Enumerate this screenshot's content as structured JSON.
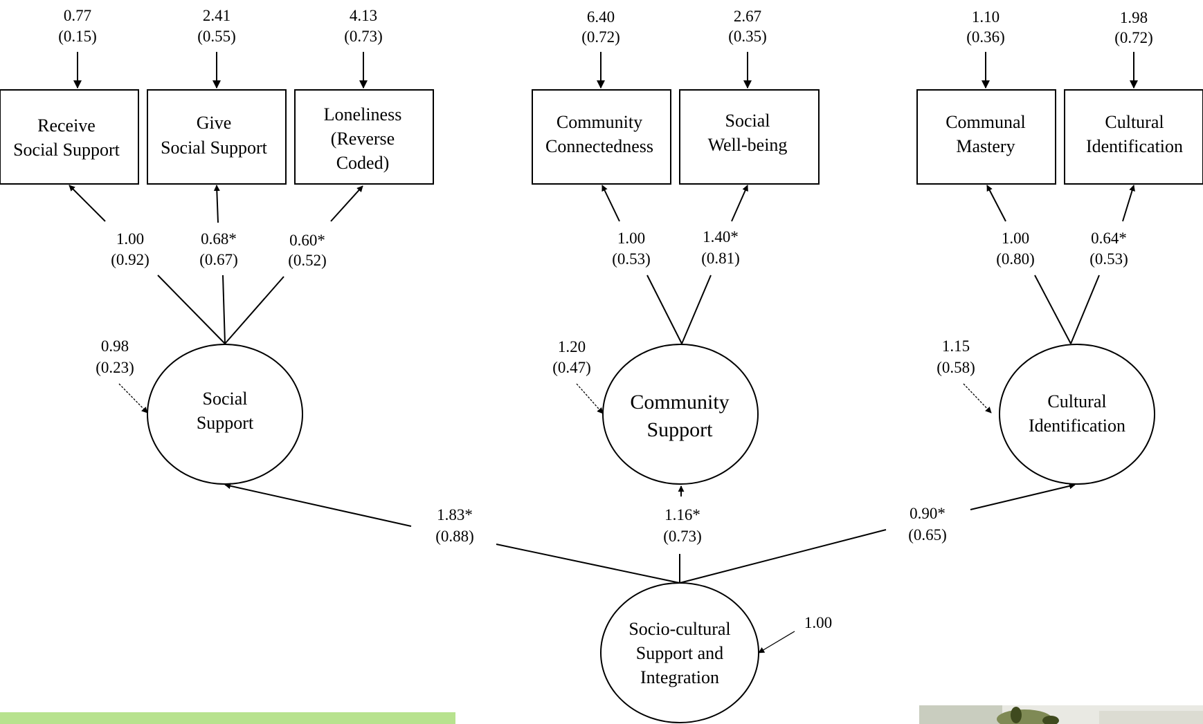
{
  "colors": {
    "ink": "#000000",
    "background": "#ffffff",
    "green_strip": "#b7e28e",
    "photo_tones": [
      "#e9e9e3",
      "#c9cdbf",
      "#7f8a55",
      "#3f4a1e"
    ]
  },
  "indicators": [
    {
      "id": "receive",
      "label_lines": [
        "Receive",
        "Social Support"
      ],
      "error_var": "0.77",
      "error_se": "(0.15)",
      "loading": "1.00",
      "loading_se": "(0.92)"
    },
    {
      "id": "give",
      "label_lines": [
        "Give",
        "Social Support"
      ],
      "error_var": "2.41",
      "error_se": "(0.55)",
      "loading": "0.68*",
      "loading_se": "(0.67)"
    },
    {
      "id": "loneliness",
      "label_lines": [
        "Loneliness",
        "(Reverse",
        "Coded)"
      ],
      "error_var": "4.13",
      "error_se": "(0.73)",
      "loading": "0.60*",
      "loading_se": "(0.52)"
    },
    {
      "id": "connectedness",
      "label_lines": [
        "Community",
        "Connectedness"
      ],
      "error_var": "6.40",
      "error_se": "(0.72)",
      "loading": "1.00",
      "loading_se": "(0.53)"
    },
    {
      "id": "wellbeing",
      "label_lines": [
        "Social",
        "Well-being"
      ],
      "error_var": "2.67",
      "error_se": "(0.35)",
      "loading": "1.40*",
      "loading_se": "(0.81)"
    },
    {
      "id": "mastery",
      "label_lines": [
        "Communal",
        "Mastery"
      ],
      "error_var": "1.10",
      "error_se": "(0.36)",
      "loading": "1.00",
      "loading_se": "(0.80)"
    },
    {
      "id": "cultid_ind",
      "label_lines": [
        "Cultural",
        "Identification"
      ],
      "error_var": "1.98",
      "error_se": "(0.72)",
      "loading": "0.64*",
      "loading_se": "(0.53)"
    }
  ],
  "latents": [
    {
      "id": "social_support",
      "label_lines": [
        "Social",
        "Support"
      ],
      "disturbance": "0.98",
      "disturbance_se": "(0.23)",
      "path": "1.83*",
      "path_se": "(0.88)"
    },
    {
      "id": "community_support",
      "label_lines": [
        "Community",
        "Support"
      ],
      "disturbance": "1.20",
      "disturbance_se": "(0.47)",
      "path": "1.16*",
      "path_se": "(0.73)"
    },
    {
      "id": "cultural_identification",
      "label_lines": [
        "Cultural",
        "Identification"
      ],
      "disturbance": "1.15",
      "disturbance_se": "(0.58)",
      "path": "0.90*",
      "path_se": "(0.65)"
    }
  ],
  "higher_order": {
    "label_lines": [
      "Socio-cultural",
      "Support and",
      "Integration"
    ],
    "variance": "1.00"
  }
}
